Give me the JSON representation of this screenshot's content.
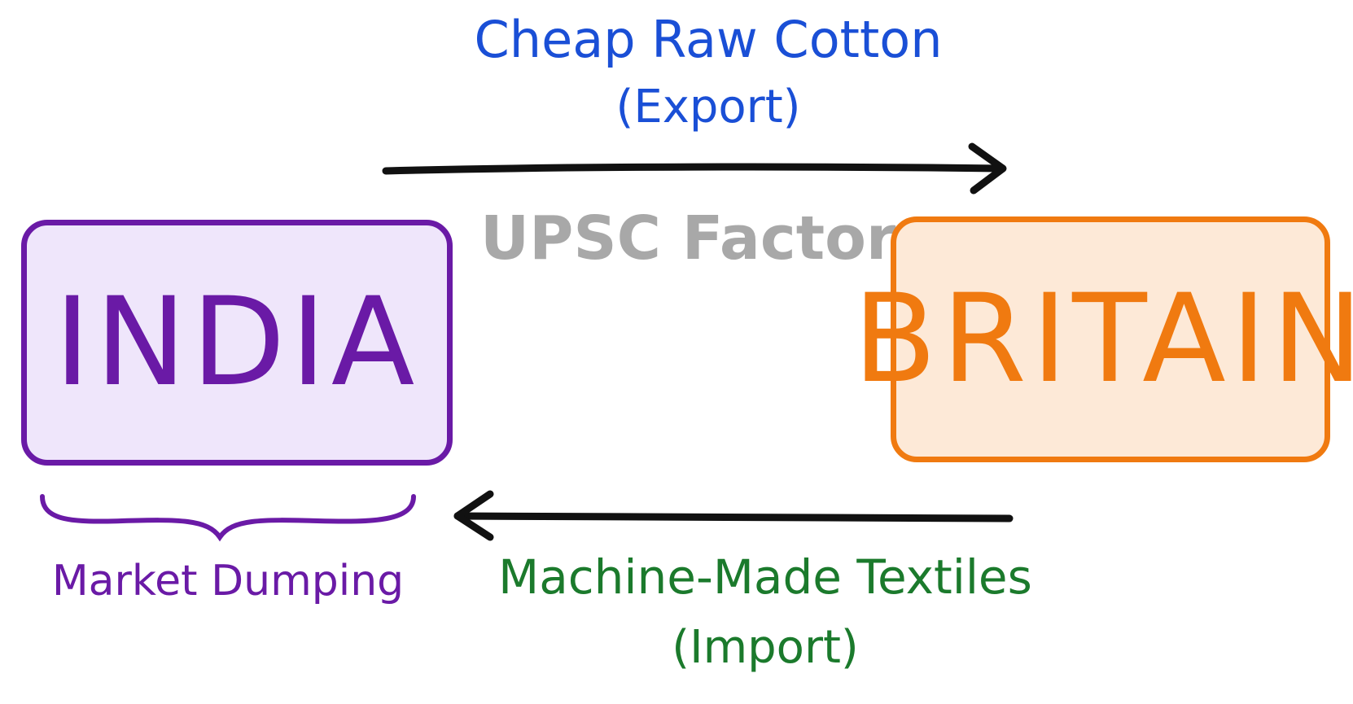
{
  "nodes": {
    "india": {
      "label": "INDIA",
      "color": "#6a1aa6",
      "fill": "#efe6fb"
    },
    "britain": {
      "label": "BRITAIN",
      "color": "#f07a10",
      "fill": "#fde9d7"
    }
  },
  "flows": {
    "export": {
      "title": "Cheap Raw Cotton",
      "subtitle": "(Export)",
      "color": "#1a4fd6",
      "from": "india",
      "to": "britain"
    },
    "import": {
      "title": "Machine-Made Textiles",
      "subtitle": "(Import)",
      "color": "#1b7a2c",
      "from": "britain",
      "to": "india"
    }
  },
  "annotation": {
    "label": "Market Dumping",
    "color": "#6a1aa6"
  },
  "watermark": "UPSC Factory",
  "arrow_color": "#111111"
}
